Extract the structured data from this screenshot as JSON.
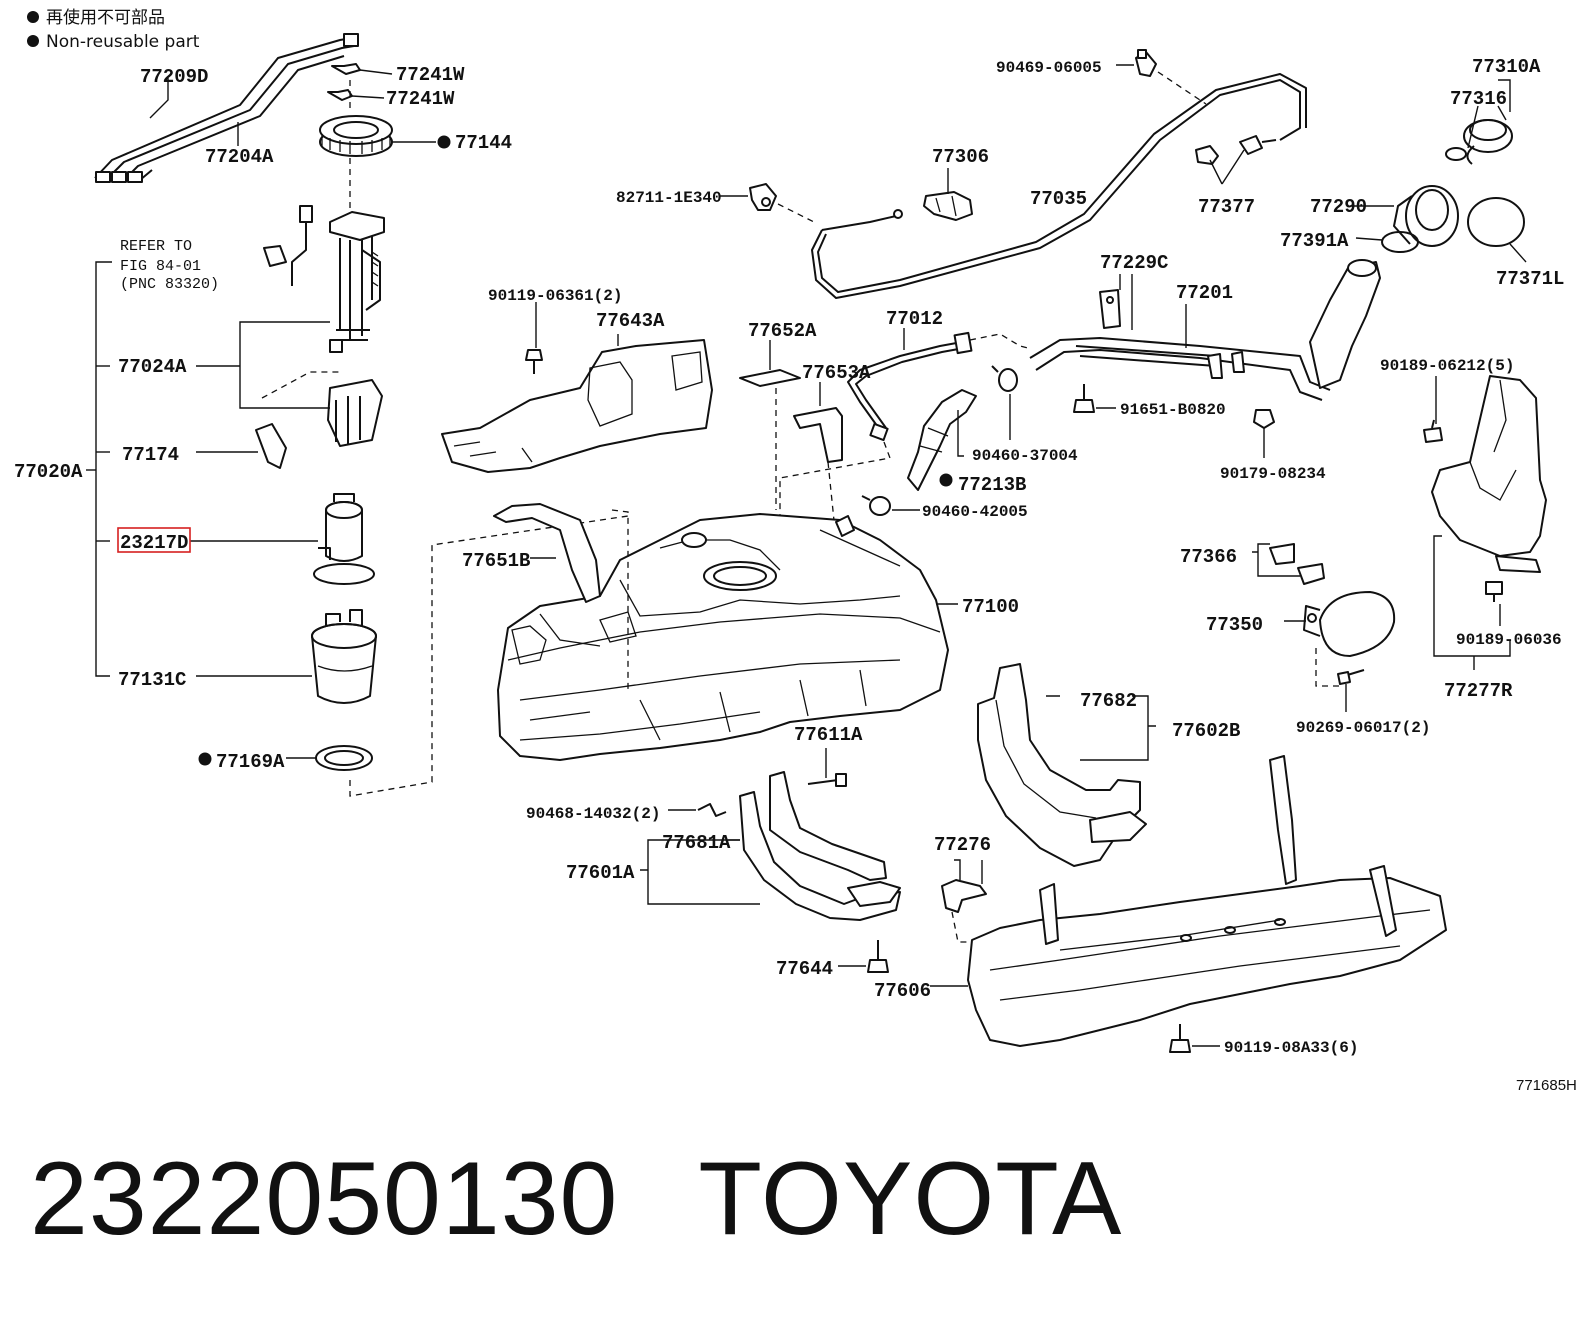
{
  "legend": {
    "line_jp": "再使用不可部品",
    "line_en": "Non-reusable part"
  },
  "note": {
    "line1": "REFER TO",
    "line2": "FIG 84-01",
    "line3": "(PNC 83320)"
  },
  "labels": {
    "p77209D": "77209D",
    "p77204A": "77204A",
    "p77241W_a": "77241W",
    "p77241W_b": "77241W",
    "p77144": "77144",
    "p77020A": "77020A",
    "p77024A": "77024A",
    "p77174": "77174",
    "p23217D": "23217D",
    "p77131C": "77131C",
    "p77169A": "77169A",
    "p90469": "90469-06005",
    "p82711": "82711-1E340",
    "p77306": "77306",
    "p77035": "77035",
    "p77377": "77377",
    "p77310A": "77310A",
    "p77316": "77316",
    "p77290": "77290",
    "p77391A": "77391A",
    "p77371L": "77371L",
    "p90119_06361": "90119-06361(2)",
    "p77643A": "77643A",
    "p77652A": "77652A",
    "p77012": "77012",
    "p77653A": "77653A",
    "p77229C": "77229C",
    "p77201": "77201",
    "p90189_06212": "90189-06212(5)",
    "p91651": "91651-B0820",
    "p90460_37004": "90460-37004",
    "p77213B": "77213B",
    "p90179": "90179-08234",
    "p90460_42005": "90460-42005",
    "p77651B": "77651B",
    "p77100": "77100",
    "p77366": "77366",
    "p77350": "77350",
    "p90189_06036": "90189-06036",
    "p77277R": "77277R",
    "p90269": "90269-06017(2)",
    "p77682": "77682",
    "p77602B": "77602B",
    "p77611A": "77611A",
    "p90468": "90468-14032(2)",
    "p77681A": "77681A",
    "p77601A": "77601A",
    "p77276": "77276",
    "p77644": "77644",
    "p77606": "77606",
    "p90119_08A33": "90119-08A33(6)"
  },
  "figure_code": "771685H",
  "caption": {
    "part_number": "2322050130",
    "brand": "TOYOTA"
  },
  "colors": {
    "highlight": "#d62020",
    "ink": "#111111"
  }
}
